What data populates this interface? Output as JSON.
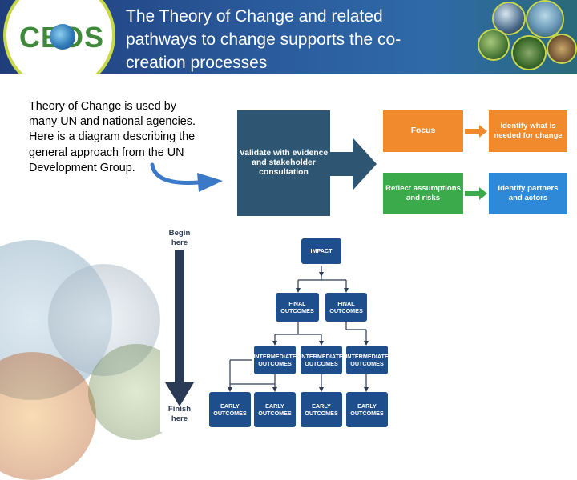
{
  "header": {
    "title": "The Theory of Change and related pathways to change supports the co-creation processes",
    "logo_text": "CEOS"
  },
  "intro_text": "Theory of Change is used by many UN and national agencies. Here is a diagram describing the general approach from the UN Development Group.",
  "top_diagram": {
    "validate": "Validate with evidence and stakeholder consultation",
    "focus": "Focus",
    "identify_need": "Identify what is needed for change",
    "reflect": "Reflect assumptions and risks",
    "identify_partners": "Identify partners and actors"
  },
  "bottom_diagram": {
    "begin_label": "Begin here",
    "finish_label": "Finish here",
    "impact": "IMPACT",
    "final_outcomes": [
      "FINAL OUTCOMES",
      "FINAL OUTCOMES"
    ],
    "intermediate_outcomes": [
      "INTERMEDIATE OUTCOMES",
      "INTERMEDIATE OUTCOMES",
      "INTERMEDIATE OUTCOMES"
    ],
    "early_outcomes": [
      "EARLY OUTCOMES",
      "EARLY OUTCOMES",
      "EARLY OUTCOMES",
      "EARLY OUTCOMES"
    ]
  },
  "colors": {
    "header_blue": "#2a5a9c",
    "dark_teal": "#2e5672",
    "orange": "#f08a2c",
    "green": "#3aaa4a",
    "blue": "#2e8ad8",
    "box_navy": "#1f4e8c",
    "arrow_blue": "#3a78c8"
  }
}
